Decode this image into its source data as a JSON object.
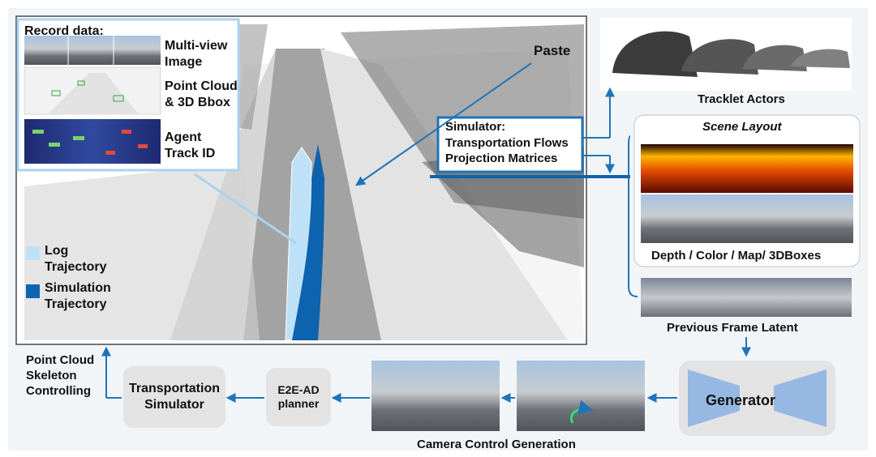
{
  "record": {
    "title": "Record data:",
    "items": [
      {
        "line1": "Multi-view",
        "line2": "Image"
      },
      {
        "line1": "Point Cloud",
        "line2": "& 3D Bbox"
      },
      {
        "line1": "Agent",
        "line2": "Track ID"
      }
    ]
  },
  "paste_label": "Paste",
  "simulator": {
    "title": "Simulator:",
    "line1": "Transportation Flows",
    "line2": "Projection Matrices"
  },
  "legend": {
    "log": {
      "line1": "Log",
      "line2": "Trajectory",
      "color": "#bfe1f7"
    },
    "sim": {
      "line1": "Simulation",
      "line2": "Trajectory",
      "color": "#0d63ad"
    }
  },
  "tracklet_label": "Tracklet Actors",
  "scene_layout": {
    "title": "Scene Layout",
    "caption": "Depth / Color / Map/ 3DBoxes"
  },
  "previous_frame_label": "Previous Frame Latent",
  "generator_label": "Generator",
  "camera_control_label": "Camera Control Generation",
  "planner": {
    "line1": "E2E-AD",
    "line2": "planner"
  },
  "transport_sim": {
    "line1": "Transportation",
    "line2": "Simulator"
  },
  "skeleton": {
    "line1": "Point Cloud",
    "line2": "Skeleton",
    "line3": "Controlling"
  },
  "colors": {
    "arrow": "#1f74b8",
    "dark_blue": "#0d63ad",
    "light_blue": "#bfe1f7",
    "pill": "#e3e3e3",
    "background": "#f2f5f8"
  }
}
